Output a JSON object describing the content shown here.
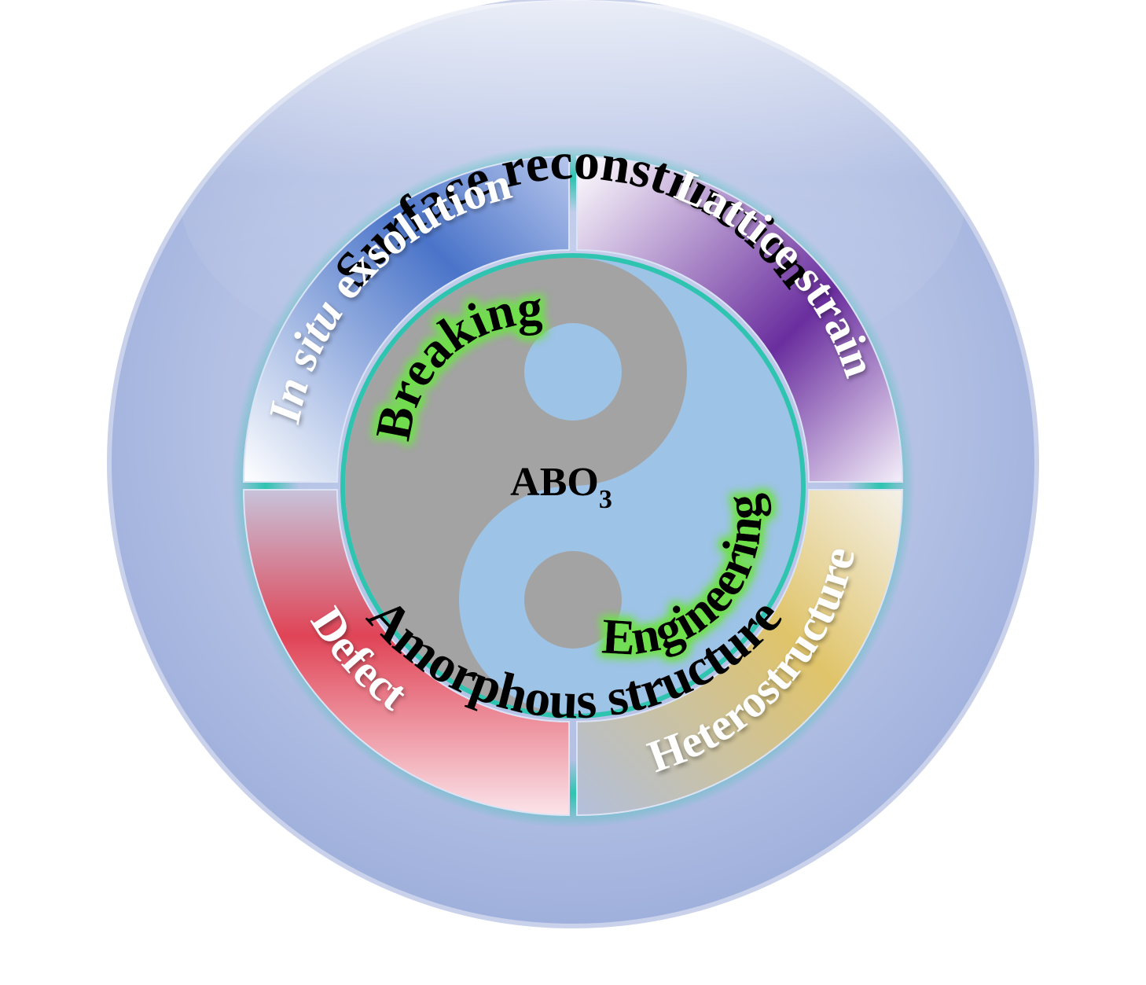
{
  "outer_ring": {
    "top_label": "Surface reconstruction",
    "bottom_label": "Amorphous structure"
  },
  "segments": {
    "top_left": {
      "prefix": "In situ",
      "suffix": " exsolution"
    },
    "top_right": {
      "label": "Lattice strain"
    },
    "bottom_left": {
      "label": "Defect"
    },
    "bottom_right": {
      "label": "Heterostructure"
    }
  },
  "center": {
    "word_breaking": "Breaking",
    "word_engineering": "Engineering",
    "formula_main": "ABO",
    "formula_subscript": "3"
  },
  "colors": {
    "outer_disc": "#aebbe0",
    "teal_ring": "#2ec4b0",
    "yin_gray": "#a3a3a3",
    "yang_blue": "#9dc3e6",
    "segment_blue": "#4a74c9",
    "segment_purple": "#6a2e9e",
    "segment_red": "#e04456",
    "segment_gold": "#e0c46a",
    "glow_green": "#6fe04a"
  }
}
